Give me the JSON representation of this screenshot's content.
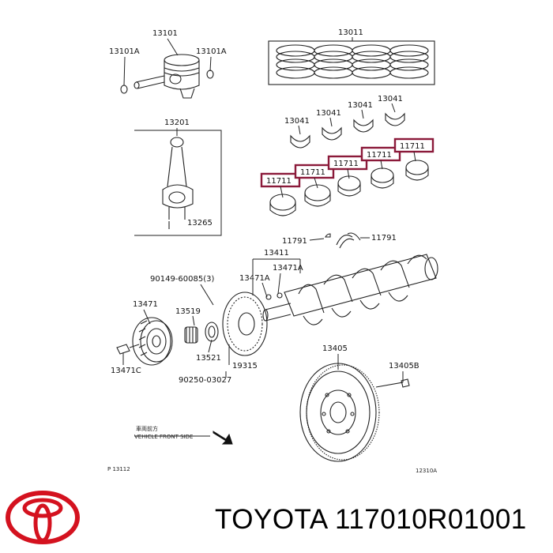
{
  "labels": {
    "l13101": "13101",
    "l13101a_left": "13101A",
    "l13101a_right": "13101A",
    "l13011": "13011",
    "l13201": "13201",
    "l13265": "13265",
    "l13041_a": "13041",
    "l13041_b": "13041",
    "l13041_c": "13041",
    "l13041_d": "13041",
    "l11711_1": "11711",
    "l11711_2": "11711",
    "l11711_3": "11711",
    "l11711_4": "11711",
    "l11711_5": "11711",
    "l11791_left": "11791",
    "l11791_right": "11791",
    "l13411": "13411",
    "l13471a_a": "13471A",
    "l13471a_b": "13471A",
    "l90149": "90149-60085(3)",
    "l13471": "13471",
    "l13519": "13519",
    "l13521": "13521",
    "l19315": "19315",
    "l90250": "90250-03027",
    "l13471c": "13471C",
    "l13405": "13405",
    "l13405b": "13405B",
    "front_jp": "車両前方",
    "front_en": "VEHICLE FRONT SIDE",
    "ref_left": "P 13112",
    "ref_right": "12310A"
  },
  "footer": {
    "title": "TOYOTA 117010R01001"
  },
  "colors": {
    "highlight": "#8b1a3a",
    "logo": "#d4121f"
  },
  "icons": {
    "logo": "toyota-logo-icon"
  }
}
